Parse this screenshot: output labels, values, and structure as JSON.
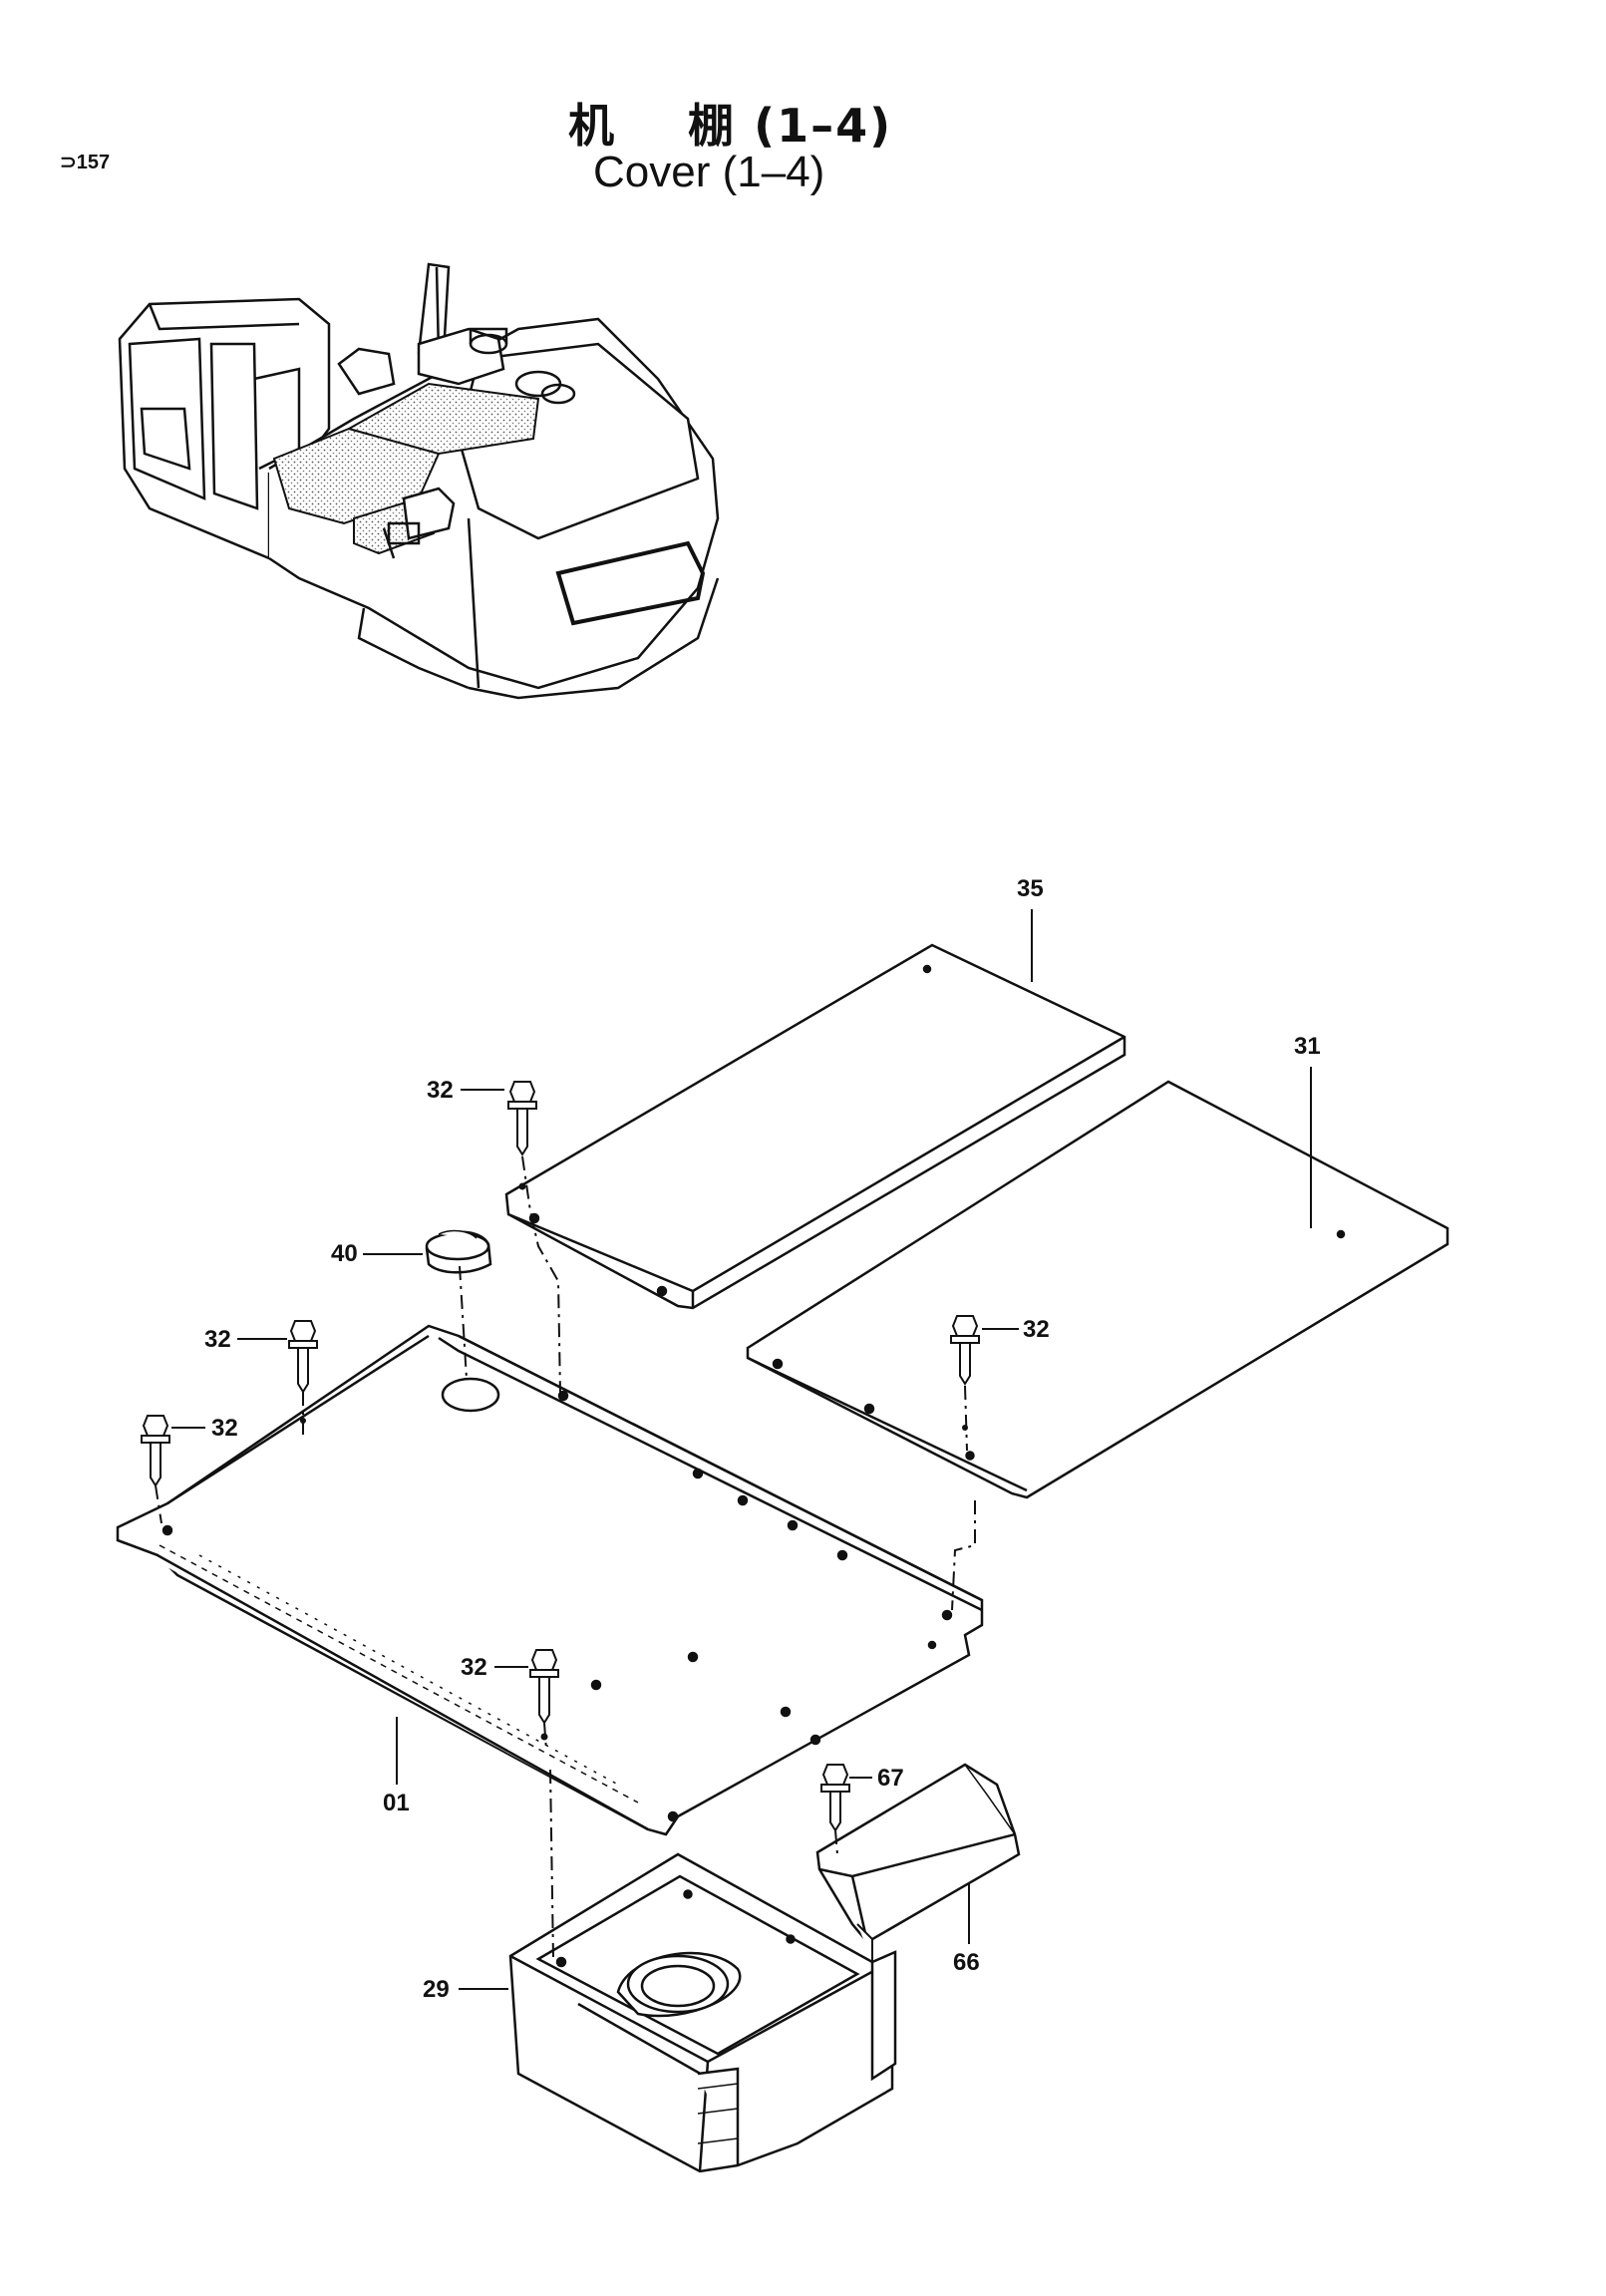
{
  "header": {
    "page_number": "⊃157",
    "title_cn": "机    棚 (1–4)",
    "title_en": "Cover (1–4)"
  },
  "callouts": {
    "c35": "35",
    "c31": "31",
    "c32a": "32",
    "c40": "40",
    "c32b": "32",
    "c32c": "32",
    "c32d": "32",
    "c32e": "32",
    "c01": "01",
    "c67": "67",
    "c66": "66",
    "c29": "29"
  }
}
